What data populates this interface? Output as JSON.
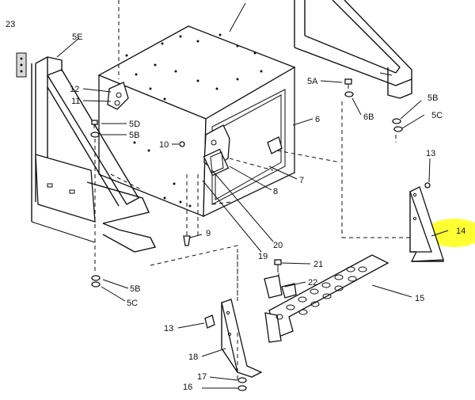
{
  "callouts": {
    "c23": "23",
    "c5e": "5E",
    "c12": "12",
    "c11": "11",
    "c5d": "5D",
    "c5b_left_upper": "5B",
    "c10": "10",
    "c5a": "5A",
    "c6b": "6B",
    "c6": "6",
    "c5b_right": "5B",
    "c5c_right": "5C",
    "c13_right": "13",
    "c14": "14",
    "c7": "7",
    "c8": "8",
    "c9": "9",
    "c20": "20",
    "c19": "19",
    "c21": "21",
    "c22": "22",
    "c15": "15",
    "c5b_left_lower": "5B",
    "c5c_left": "5C",
    "c13_lower": "13",
    "c18": "18",
    "c17": "17",
    "c16": "16"
  },
  "highlight_color": "#ffff33"
}
